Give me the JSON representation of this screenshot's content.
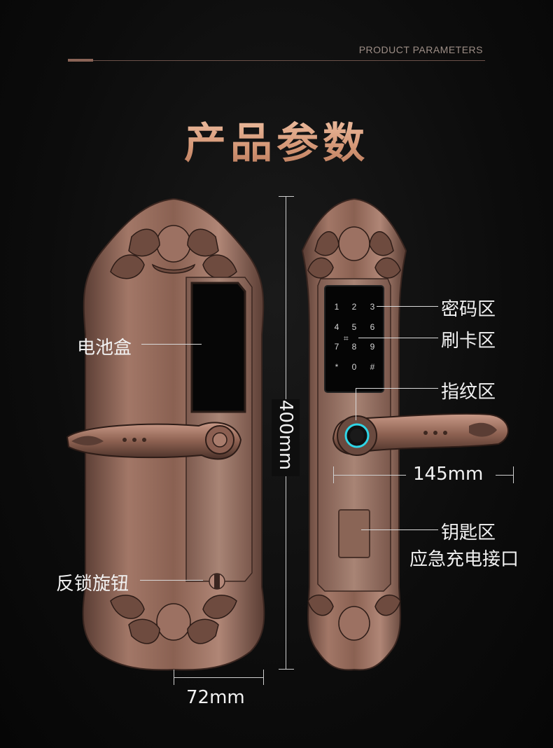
{
  "header": {
    "subtitle": "PRODUCT PARAMETERS",
    "title": "产品参数"
  },
  "colors": {
    "title": "#e7b294",
    "plate": "#8d6254",
    "background": "#0c0c0c",
    "fingerprint_ring": "#2fd5e6"
  },
  "labels": {
    "battery_box": "电池盒",
    "anti_lock_knob": "反锁旋钮",
    "password_area": "密码区",
    "card_area": "刷卡区",
    "fingerprint_area": "指纹区",
    "key_area": "钥匙区",
    "emergency_charge": "应急充电接口"
  },
  "dimensions": {
    "height": "400mm",
    "width": "72mm",
    "handle_length": "145mm"
  },
  "keypad": {
    "keys": [
      "1",
      "2",
      "3",
      "4",
      "5",
      "6",
      "7",
      "8",
      "9",
      "*",
      "0",
      "#"
    ]
  }
}
